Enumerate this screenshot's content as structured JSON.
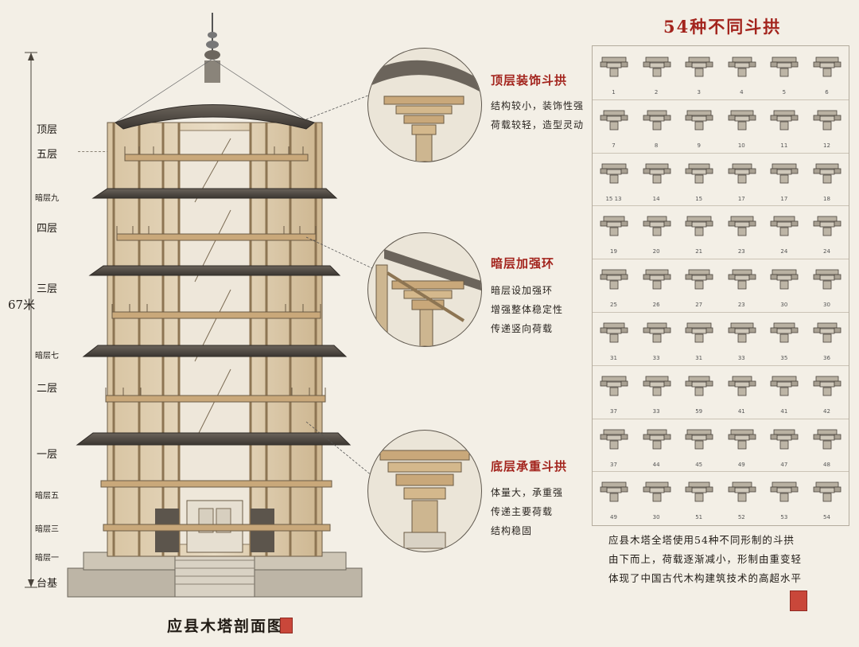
{
  "pagoda": {
    "caption": "应县木塔剖面图",
    "height_label": "67米",
    "floors": [
      {
        "label": "顶层",
        "small": false
      },
      {
        "label": "五层",
        "small": false
      },
      {
        "label": "暗层九",
        "small": true
      },
      {
        "label": "四层",
        "small": false
      },
      {
        "label": "三层",
        "small": false
      },
      {
        "label": "暗层七",
        "small": true
      },
      {
        "label": "二层",
        "small": false
      },
      {
        "label": "一层",
        "small": false
      },
      {
        "label": "暗层五",
        "small": true
      },
      {
        "label": "暗层三",
        "small": true
      },
      {
        "label": "暗层一",
        "small": true
      },
      {
        "label": "台基",
        "small": false
      }
    ]
  },
  "callouts": [
    {
      "title": "顶层装饰斗拱",
      "lines": [
        "结构较小，装饰性强",
        "荷载较轻，造型灵动"
      ]
    },
    {
      "title": "暗层加强环",
      "lines": [
        "暗层设加强环",
        "增强整体稳定性",
        "传递竖向荷载"
      ]
    },
    {
      "title": "底层承重斗拱",
      "lines": [
        "体量大，承重强",
        "传递主要荷载",
        "结构稳固"
      ]
    }
  ],
  "bracket_panel": {
    "title": "54种不同斗拱",
    "numbers": [
      [
        "1",
        "2",
        "3",
        "4",
        "5",
        "6"
      ],
      [
        "7",
        "8",
        "9",
        "10",
        "11",
        "12"
      ],
      [
        "15 13",
        "14",
        "15",
        "17",
        "17",
        "18"
      ],
      [
        "19",
        "20",
        "21",
        "23",
        "24",
        "24"
      ],
      [
        "25",
        "26",
        "27",
        "23",
        "30",
        "30"
      ],
      [
        "31",
        "33",
        "31",
        "33",
        "35",
        "36"
      ],
      [
        "37",
        "33",
        "59",
        "41",
        "41",
        "42"
      ],
      [
        "37",
        "44",
        "45",
        "49",
        "47",
        "48"
      ],
      [
        "49",
        "30",
        "51",
        "52",
        "53",
        "54"
      ]
    ]
  },
  "summary": [
    "应县木塔全塔使用54种不同形制的斗拱",
    "由下而上，荷载逐渐减小，形制由重变轻",
    "体现了中国古代木构建筑技术的高超水平"
  ],
  "colors": {
    "paper": "#f3efe6",
    "accent_red": "#a3241d",
    "ink": "#2a2520",
    "timber": "#c9a87a",
    "roof": "#4a4540"
  }
}
